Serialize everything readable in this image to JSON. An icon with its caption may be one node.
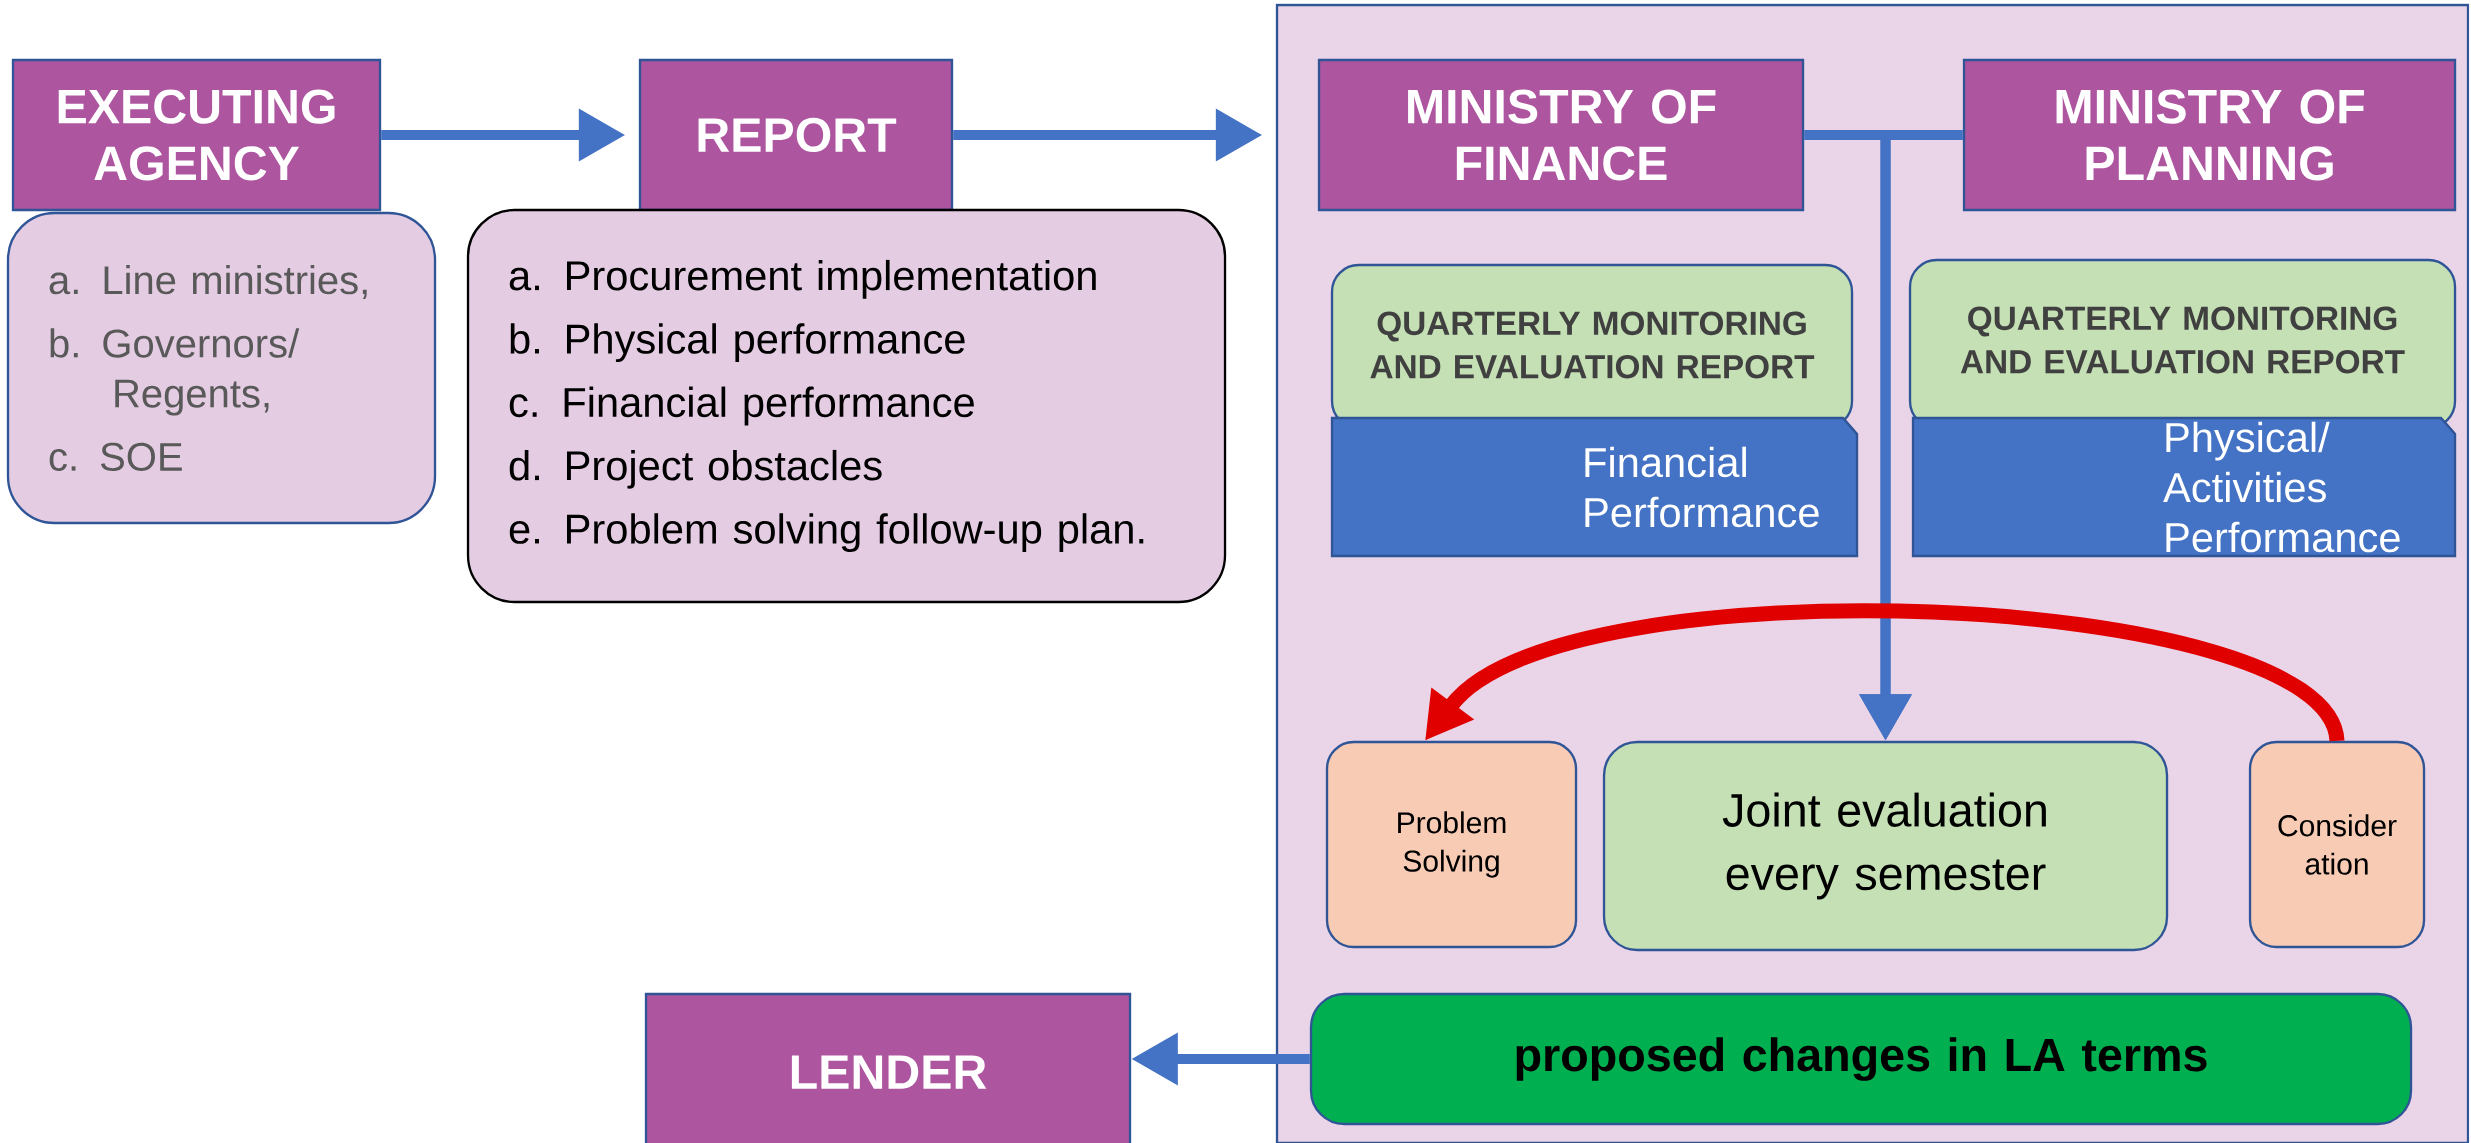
{
  "diagram": {
    "nodes": [
      {
        "text": [
          "EXECUTING AGENCY"
        ]
      },
      {
        "text": [
          "a. Line ministries,",
          "b. Governors/ Regents,",
          "c. SOE"
        ]
      },
      {
        "text": [
          "REPORT"
        ]
      },
      {
        "text": [
          "a. Procurement implementation",
          "b. Physical performance",
          "c. Financial performance",
          "d. Project obstacles",
          "e. Problem solving follow-up plan."
        ]
      },
      {
        "text": [],
        "shape": "box"
      },
      {
        "text": [
          "MINISTRY OF FINANCE"
        ],
        "in": 4
      },
      {
        "text": [
          "MINISTRY OF PLANNING"
        ],
        "in": 4
      },
      {
        "text": [
          "QUARTERLY MONITORING AND EVALUATION REPORT"
        ],
        "in": 4
      },
      {
        "text": [
          "Financial Performance"
        ],
        "in": 4
      },
      {
        "text": [
          "QUARTERLY MONITORING AND EVALUATION REPORT"
        ],
        "in": 4
      },
      {
        "text": [
          "Physical/ Activities Performance"
        ],
        "in": 4
      },
      {
        "text": [
          "Problem Solving"
        ],
        "in": 4
      },
      {
        "text": [
          "Joint evaluation every semester"
        ],
        "in": 4
      },
      {
        "text": [
          "Consider ation"
        ],
        "in": 4
      },
      {
        "text": [
          "proposed changes in LA terms"
        ],
        "in": 4
      },
      {
        "text": [
          "LENDER"
        ]
      }
    ],
    "edges": [
      {
        "from": 0,
        "to": 2,
        "arrow": "to"
      },
      {
        "from": 2,
        "to": 4,
        "arrow": "to"
      },
      {
        "from": 5,
        "to": 12,
        "arrow": "to"
      },
      {
        "from": 6,
        "to": 12,
        "arrow": "to"
      },
      {
        "from": 13,
        "to": 11,
        "arrow": "to",
        "color": "#e00000"
      },
      {
        "from": 14,
        "to": 15,
        "arrow": "to"
      }
    ]
  }
}
